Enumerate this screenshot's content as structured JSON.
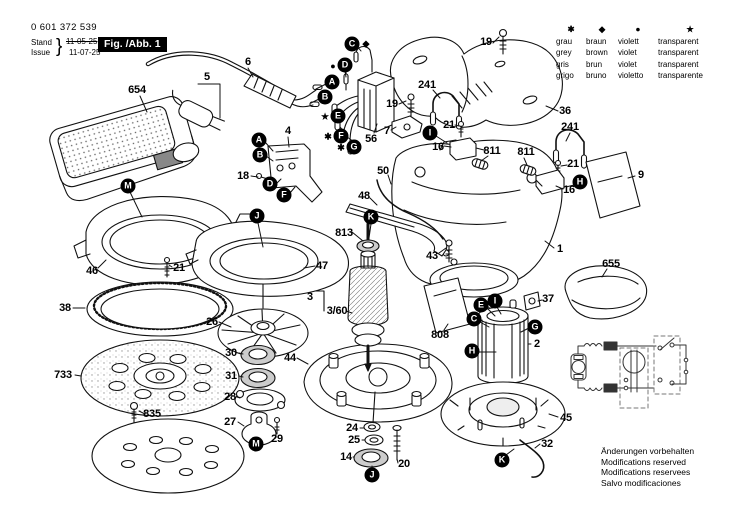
{
  "header": {
    "part_number": "0 601 372 539",
    "stand_label": "Stand",
    "issue_label": "Issue",
    "brace": "}",
    "superseded_date": "11-05-25",
    "issue_date": "11-07-25",
    "figure_label": "Fig. /Abb. 1"
  },
  "color_legend": {
    "symbols": [
      "✱",
      "◆",
      "●",
      "★"
    ],
    "rows": [
      [
        "grau",
        "braun",
        "violett",
        "transparent"
      ],
      [
        "grey",
        "brown",
        "violet",
        "transparent"
      ],
      [
        "gris",
        "brun",
        "violet",
        "transparent"
      ],
      [
        "grigo",
        "bruno",
        "violetto",
        "transparente"
      ]
    ]
  },
  "notice_lines": [
    "Änderungen vorbehalten",
    "Modifications reserved",
    "Modifications reservees",
    "Salvo modificaciones"
  ],
  "callouts": {
    "n654": "654",
    "n5": "5",
    "n6": "6",
    "n4": "4",
    "n18": "18",
    "n56": "56",
    "n7": "7",
    "n19a": "19",
    "n19b": "19",
    "n241a": "241",
    "n21a": "21",
    "n16a": "16",
    "n811a": "811",
    "n811b": "811",
    "n36": "36",
    "n241b": "241",
    "n21b": "21",
    "n16b": "16",
    "n9": "9",
    "n1": "1",
    "n655": "655",
    "n50": "50",
    "n48": "48",
    "n813": "813",
    "n43": "43",
    "n3": "3",
    "n360": "3/60",
    "n47": "47",
    "n26": "26",
    "n30": "30",
    "n31": "31",
    "n28": "28",
    "n27": "27",
    "n29": "29",
    "n44": "44",
    "n24": "24",
    "n25": "25",
    "n14": "14",
    "n20": "20",
    "n46": "46",
    "n21c": "21",
    "n38": "38",
    "n733": "733",
    "n835": "835",
    "n37": "37",
    "n808": "808",
    "n2": "2",
    "n45": "45",
    "n32": "32"
  },
  "badges": {
    "a1": "A",
    "b1": "B",
    "c1": "C",
    "d1": "D",
    "e1": "E",
    "f1": "F",
    "g1": "G",
    "a2": "A",
    "b2": "B",
    "d2": "D",
    "f2": "F",
    "m1": "M",
    "j1": "J",
    "k1": "K",
    "i1": "I",
    "h1": "H",
    "e2": "E",
    "i2": "I",
    "c2": "C",
    "g2": "G",
    "h2": "H",
    "m2": "M",
    "j2": "J",
    "k2": "K"
  },
  "marks": {
    "c": "◆",
    "d": "●",
    "e": "★",
    "f": "✱",
    "g": "✱"
  },
  "colors": {
    "line": "#111111",
    "badge_bg": "#000000",
    "badge_text": "#ffffff",
    "fig_box_bg": "#000000",
    "fig_box_text": "#ffffff"
  }
}
